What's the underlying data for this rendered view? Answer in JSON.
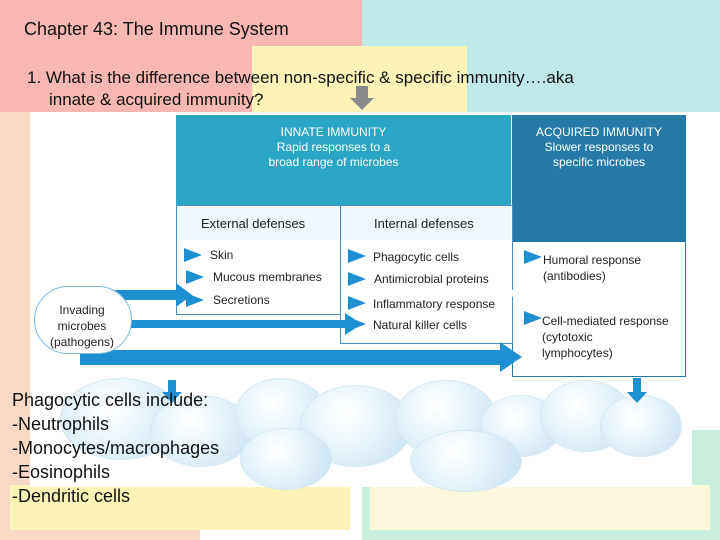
{
  "slide": {
    "title": "Chapter 43:  The Immune System",
    "question_line1": "1. What is the difference between non-specific & specific immunity….aka",
    "question_line2": "innate & acquired immunity?"
  },
  "diagram": {
    "innate": {
      "title": "INNATE IMMUNITY",
      "subtitle_line1": "Rapid responses to a",
      "subtitle_line2": "broad range of microbes",
      "external": {
        "title": "External defenses",
        "items": [
          "Skin",
          "Mucous membranes",
          "Secretions"
        ]
      },
      "internal": {
        "title": "Internal defenses",
        "items": [
          "Phagocytic cells",
          "Antimicrobial proteins",
          "Inflammatory response",
          "Natural killer cells"
        ]
      }
    },
    "acquired": {
      "title": "ACQUIRED IMMUNITY",
      "subtitle_line1": "Slower responses to",
      "subtitle_line2": "specific microbes",
      "humoral_line1": "Humoral response",
      "humoral_line2": "(antibodies)",
      "cell_line1": "Cell-mediated response",
      "cell_line2": "(cytotoxic",
      "cell_line3": "lymphocytes)"
    },
    "invading_line1": "Invading",
    "invading_line2": "microbes",
    "invading_line3": "(pathogens)"
  },
  "phagocytic_note": {
    "title": "Phagocytic cells include:",
    "items": [
      "-Neutrophils",
      "-Monocytes/macrophages",
      "-Eosinophils",
      "-Dendritic cells"
    ]
  },
  "colors": {
    "teal_header": "#2aa6c4",
    "acquired_header": "#257ba6",
    "arrow_blue": "#1e90d2"
  }
}
